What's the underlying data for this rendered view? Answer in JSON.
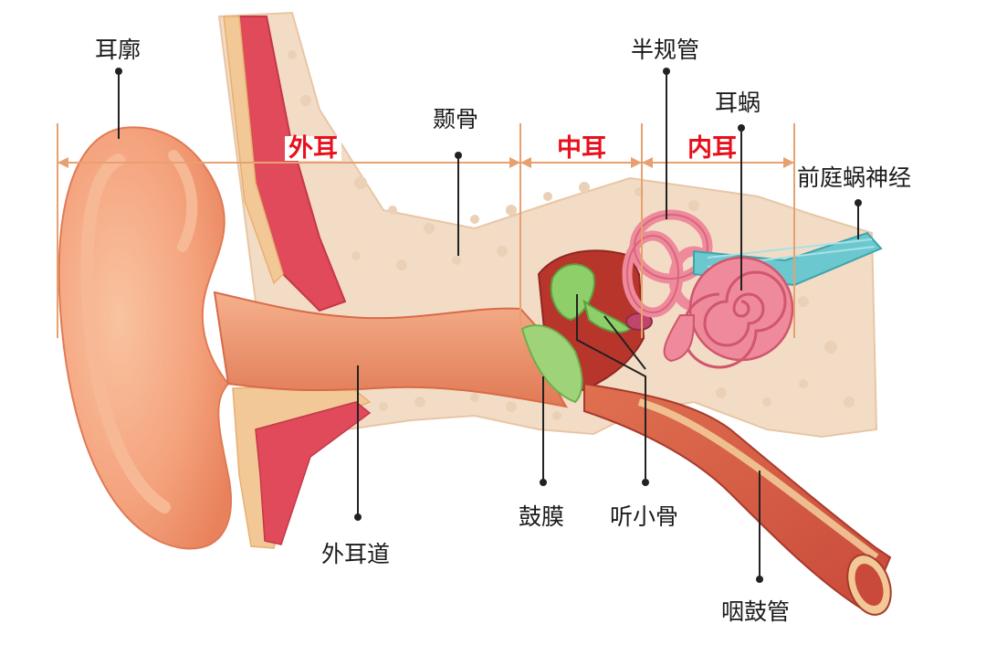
{
  "labels": {
    "auricle": "耳廓",
    "temporal_bone": "颞骨",
    "semicircular_canals": "半规管",
    "cochlea": "耳蜗",
    "vestibulocochlear_nerve": "前庭蜗神经",
    "ear_canal": "外耳道",
    "eardrum": "鼓膜",
    "ossicles": "听小骨",
    "eustachian_tube": "咽鼓管"
  },
  "regions": {
    "outer_ear": "外耳",
    "middle_ear": "中耳",
    "inner_ear": "内耳"
  },
  "colors": {
    "region_label": "#e8101c",
    "region_divider": "#e8a070",
    "skin": "#f4a07a",
    "bone": "#f4dcc4",
    "muscle": "#e04a5a",
    "ossicle": "#8fcf6a",
    "nerve": "#5ec4cc"
  }
}
